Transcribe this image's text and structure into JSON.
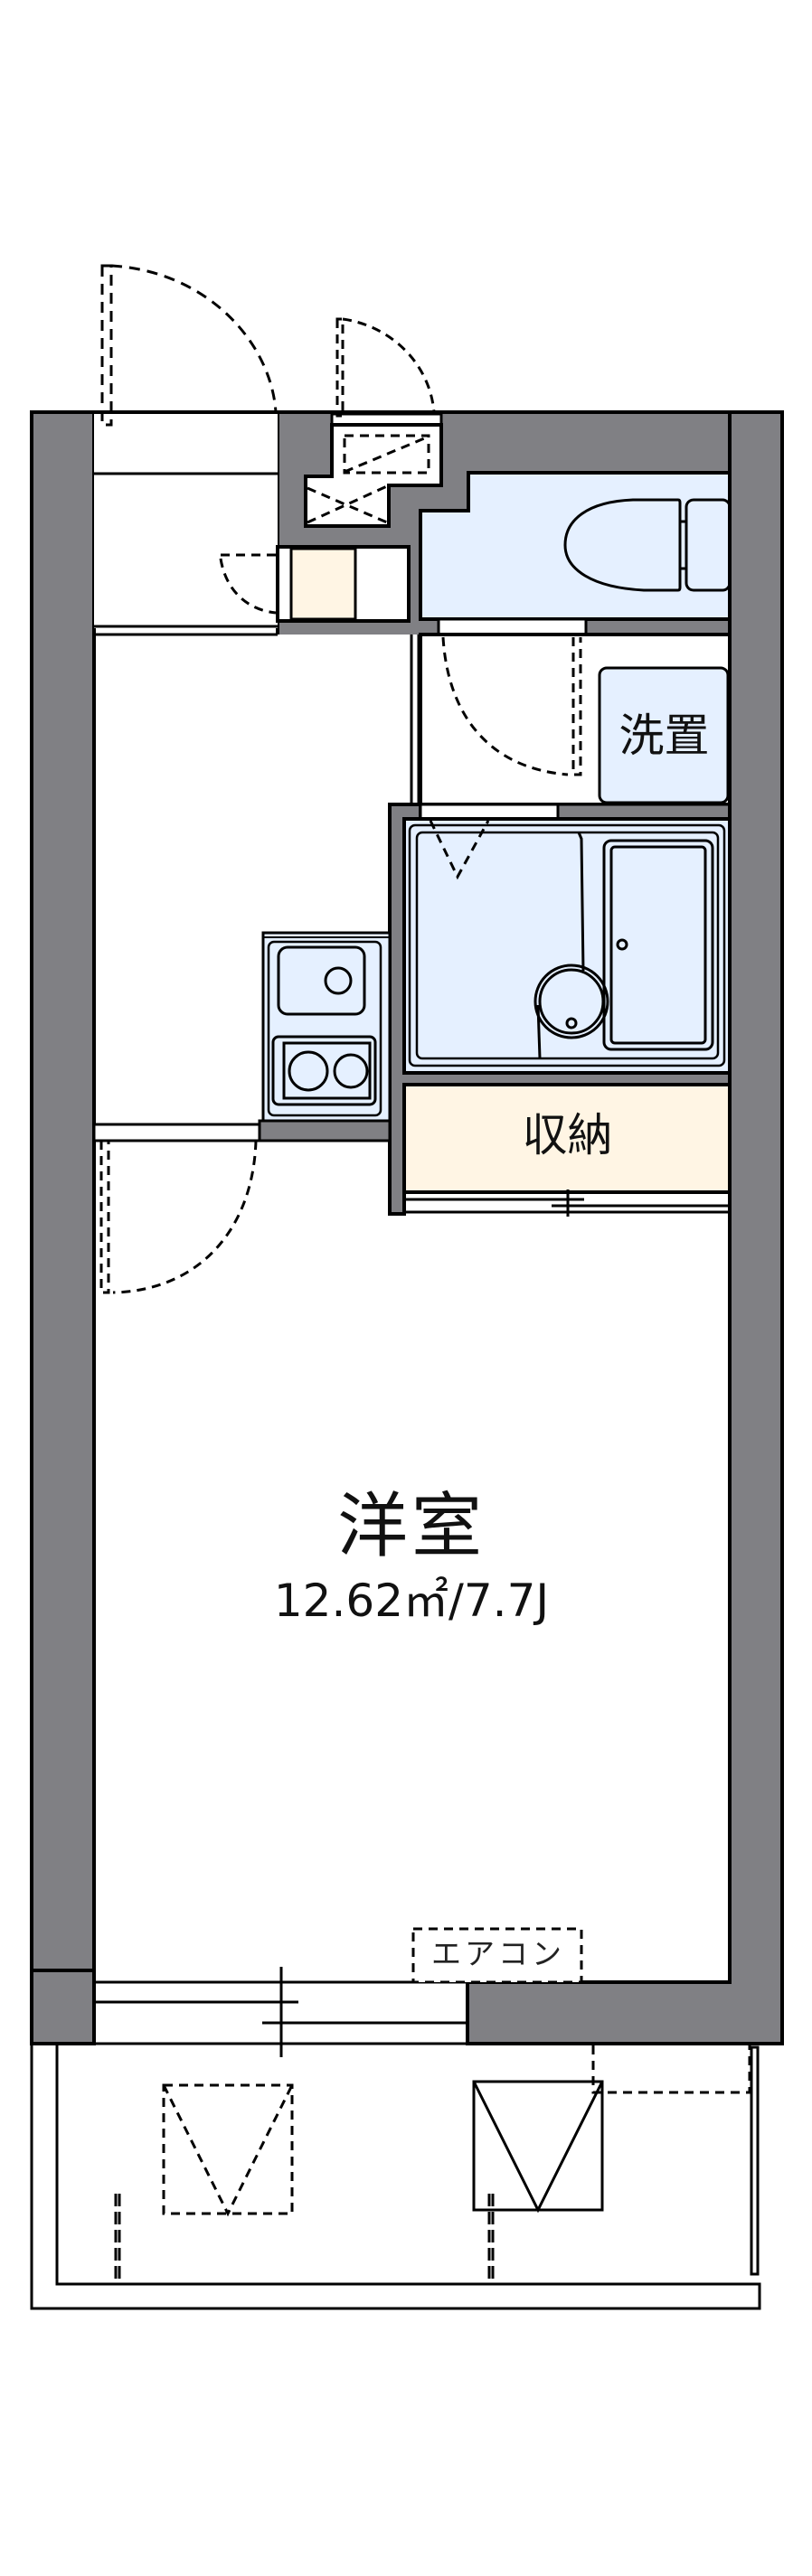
{
  "floorplan": {
    "colors": {
      "wall": "#808084",
      "wet_area": "#e5f0ff",
      "storage": "#fff5e4",
      "line": "#000000",
      "background": "#ffffff"
    },
    "rooms": {
      "western_room": {
        "name": "洋室",
        "area": "12.62㎡/7.7J"
      },
      "storage": {
        "name": "収納"
      },
      "washer_space": {
        "name": "洗置"
      }
    },
    "fixtures": {
      "air_conditioner": {
        "label": "エアコン"
      }
    },
    "icons": [
      "toilet-icon",
      "bathtub-icon",
      "wash-basin-icon",
      "sink-icon",
      "stove-icon",
      "door-swing-icon",
      "sliding-door-icon",
      "meter-box-icon",
      "shoe-box-icon",
      "outdoor-unit-icon"
    ]
  }
}
